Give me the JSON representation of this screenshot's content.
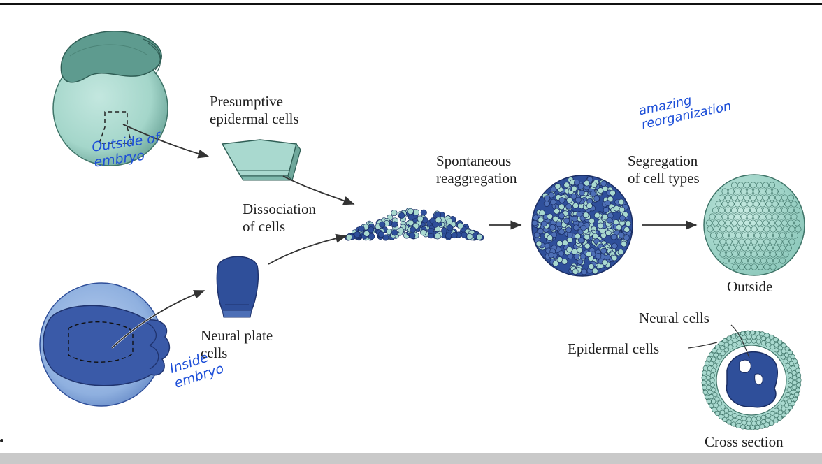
{
  "labels": {
    "presumptive": "Presumptive\nepidermal cells",
    "dissociation": "Dissociation\nof cells",
    "spontaneous": "Spontaneous\nreaggregation",
    "segregation": "Segregation\nof cell types",
    "outside": "Outside",
    "neural_plate": "Neural plate\ncells",
    "neural_cells": "Neural cells",
    "epidermal_cells": "Epidermal cells",
    "cross_section": "Cross section"
  },
  "annotations": {
    "outside_embryo": "Outside of\nembryo",
    "inside_embryo": "Inside\nembryo",
    "amazing": "amazing\nreorganization"
  },
  "colors": {
    "epidermal_light": "#a9d9cf",
    "epidermal_mid": "#7fb9ad",
    "epidermal_dark": "#5e9b8f",
    "neural_dark": "#2f4f9a",
    "neural_mid": "#4d6fb6",
    "embryo_blue": "#6f95cf",
    "embryo_blue_light": "#a7c2e6",
    "annotation_ink": "#1d4fd8"
  }
}
